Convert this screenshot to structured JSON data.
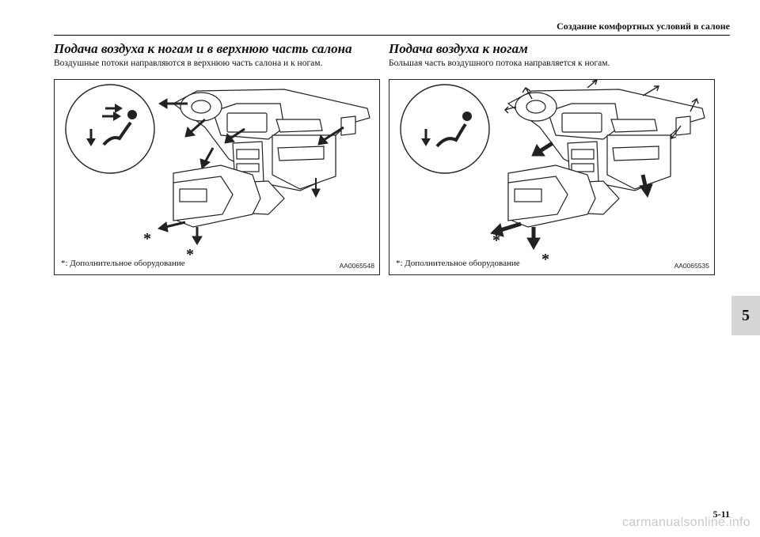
{
  "header": {
    "section_title": "Создание комфортных условий в салоне"
  },
  "left_section": {
    "title": "Подача воздуха к ногам и в верхнюю часть салона",
    "text": "Воздушные потоки направляются в верхнюю часть салона и к ногам.",
    "figure": {
      "note": "*: Дополнительное оборудование",
      "code": "AA0065548",
      "mode_icon": "bi-level-mode-icon",
      "star": "*"
    }
  },
  "right_section": {
    "title": "Подача воздуха к ногам",
    "text": "Большая часть воздушного потока направляется к ногам.",
    "figure": {
      "note": "*: Дополнительное оборудование",
      "code": "AA0065535",
      "mode_icon": "foot-mode-icon",
      "star": "*"
    }
  },
  "chapter_tab": {
    "label": "5"
  },
  "footer": {
    "page_number": "5-11",
    "watermark": "carmanualsonline.info"
  }
}
